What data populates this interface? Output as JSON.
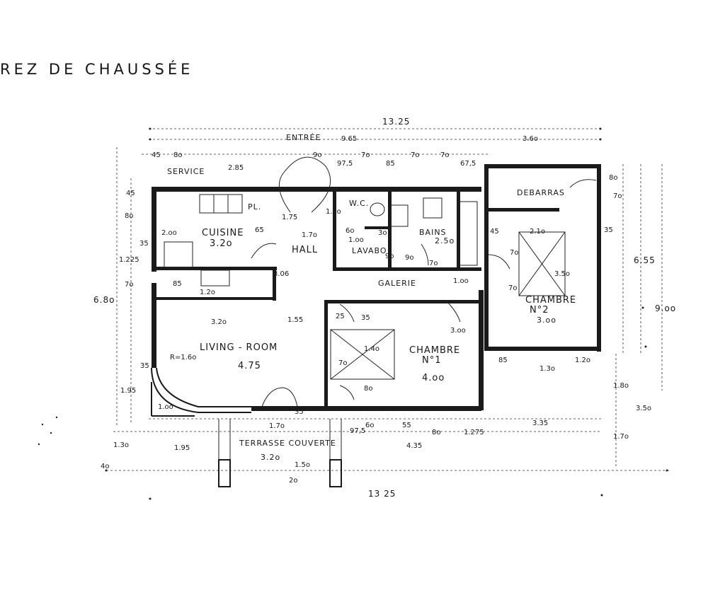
{
  "title": "REZ DE CHAUSSÉE",
  "rooms": {
    "service": "SERVICE",
    "cuisine": "CUISINE",
    "cuisine_dim": "3.2o",
    "hall": "HALL",
    "entree": "ENTRÉE",
    "wc": "W.C.",
    "bains": "BAINS",
    "bains_dim": "2.5o",
    "lavabo": "LAVABO",
    "galerie": "GALERIE",
    "debarras": "DEBARRAS",
    "chambre2": "CHAMBRE",
    "chambre2_no": "N°2",
    "chambre2_dim": "3.oo",
    "living": "LIVING - ROOM",
    "living_dim": "4.75",
    "chambre1": "CHAMBRE",
    "chambre1_no": "N°1",
    "chambre1_dim": "4.oo",
    "terrasse": "TERRASSE COUVERTE",
    "terrasse_dim": "3.2o",
    "pl": "PL."
  },
  "dimensions": {
    "overall_top": "13.25",
    "overall_bottom": "13 25",
    "top_965": "9.65",
    "top_360": "3.6o",
    "d45": "45",
    "d80": "8o",
    "d285": "2.85",
    "d90": "9o",
    "d975": "97,5",
    "d70": "7o",
    "d85": "85",
    "d675": "67,5",
    "d655": "6.55",
    "d900": "9.oo",
    "d680": "6.8o",
    "d175": "1.75",
    "d100": "1.oo",
    "d170": "1.7o",
    "d306": "3.06",
    "d155": "1.55",
    "d120": "1.2o",
    "d320": "3.2o",
    "d160": "1.6o",
    "d1225": "1.225",
    "d200": "2.oo",
    "d65": "65",
    "d60": "6o",
    "d30": "3o",
    "d210": "2.1o",
    "d350": "3.5o",
    "d300": "3.oo",
    "d130": "1.3o",
    "d195": "1.95",
    "d355": "35",
    "d1275": "1.275",
    "d435": "4.35",
    "d55": "55",
    "d335": "3.35",
    "d150": "1.5o",
    "d40": "4o",
    "d20": "2o",
    "d25": "25",
    "d180": "1.8o",
    "d10": "1o",
    "d140": "1.4o",
    "r": "R=1.6o"
  }
}
